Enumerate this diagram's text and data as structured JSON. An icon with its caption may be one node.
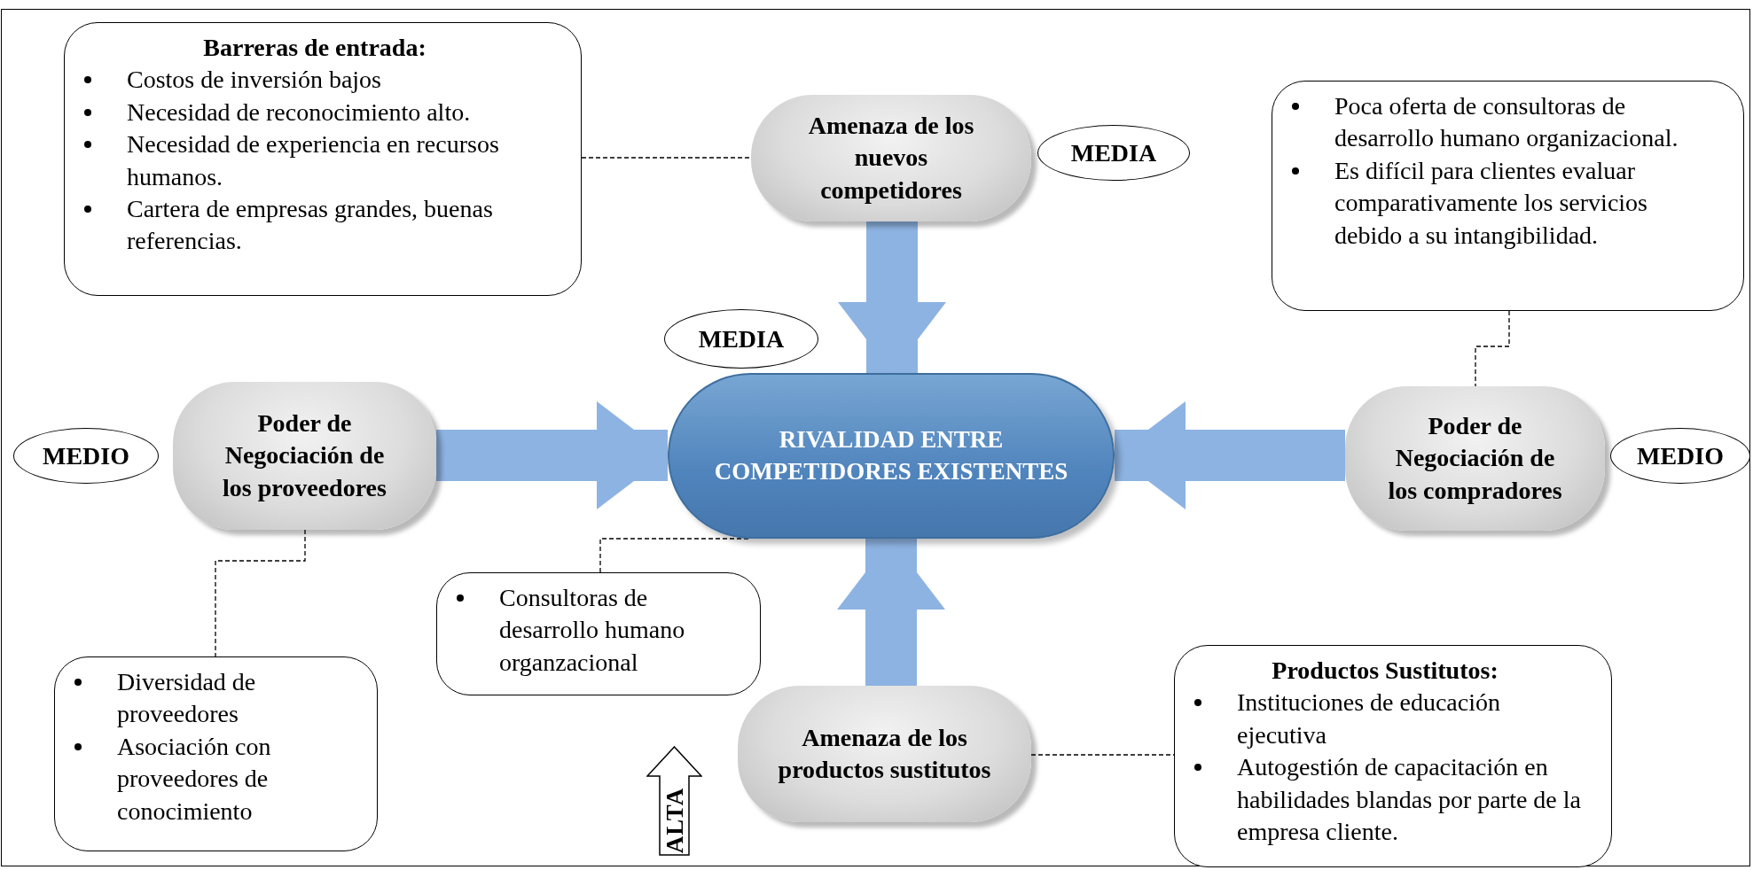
{
  "diagram": {
    "nodes": [
      {
        "text": [
          "Barreras de entrada:",
          "Costos de inversión bajos",
          "Necesidad de reconocimiento alto.",
          "Necesidad de experiencia en recursos humanos.",
          "Cartera de empresas grandes, buenas referencias."
        ]
      },
      {
        "text": [
          "Amenaza de los nuevos competidores"
        ]
      },
      {
        "text": [
          "MEDIA"
        ]
      },
      {
        "text": [
          "Poca oferta de consultoras de desarrollo humano organizacional.",
          "Es difícil para clientes evaluar comparativamente los servicios debido a su intangibilidad."
        ]
      },
      {
        "text": [
          "MEDIA"
        ]
      },
      {
        "text": [
          "Poder de Negociación de los proveedores"
        ]
      },
      {
        "text": [
          "MEDIO"
        ]
      },
      {
        "text": [
          "RIVALIDAD ENTRE COMPETIDORES EXISTENTES"
        ]
      },
      {
        "text": [
          "Poder de Negociación de los compradores"
        ]
      },
      {
        "text": [
          "MEDIO"
        ]
      },
      {
        "text": [
          "Consultoras de desarrollo humano organzacional"
        ]
      },
      {
        "text": [
          "Diversidad de proveedores",
          "Asociación con proveedores de conocimiento"
        ]
      },
      {
        "text": [
          "Amenaza de los productos sustitutos"
        ]
      },
      {
        "text": [
          "Productos Sustitutos:",
          "Instituciones de educación ejecutiva",
          "Autogestión de capacitación en habilidades blandas por parte de la empresa cliente."
        ]
      },
      {
        "text": [
          "ALTA"
        ]
      }
    ],
    "edges": [
      {
        "from": 0,
        "to": 1,
        "arrow": "none",
        "style": "dashed"
      },
      {
        "from": 1,
        "to": 7,
        "arrow": "to",
        "style": "thick",
        "color": "#8db3e2"
      },
      {
        "from": 3,
        "to": 8,
        "arrow": "none",
        "style": "dashed"
      },
      {
        "from": 5,
        "to": 7,
        "arrow": "to",
        "style": "thick",
        "color": "#8db3e2"
      },
      {
        "from": 8,
        "to": 7,
        "arrow": "to",
        "style": "thick",
        "color": "#8db3e2"
      },
      {
        "from": 5,
        "to": 11,
        "arrow": "none",
        "style": "dashed"
      },
      {
        "from": 10,
        "to": 7,
        "arrow": "none",
        "style": "dashed"
      },
      {
        "from": 12,
        "to": 7,
        "arrow": "to",
        "style": "thick",
        "color": "#8db3e2"
      },
      {
        "from": 12,
        "to": 13,
        "arrow": "none",
        "style": "dashed"
      }
    ]
  }
}
